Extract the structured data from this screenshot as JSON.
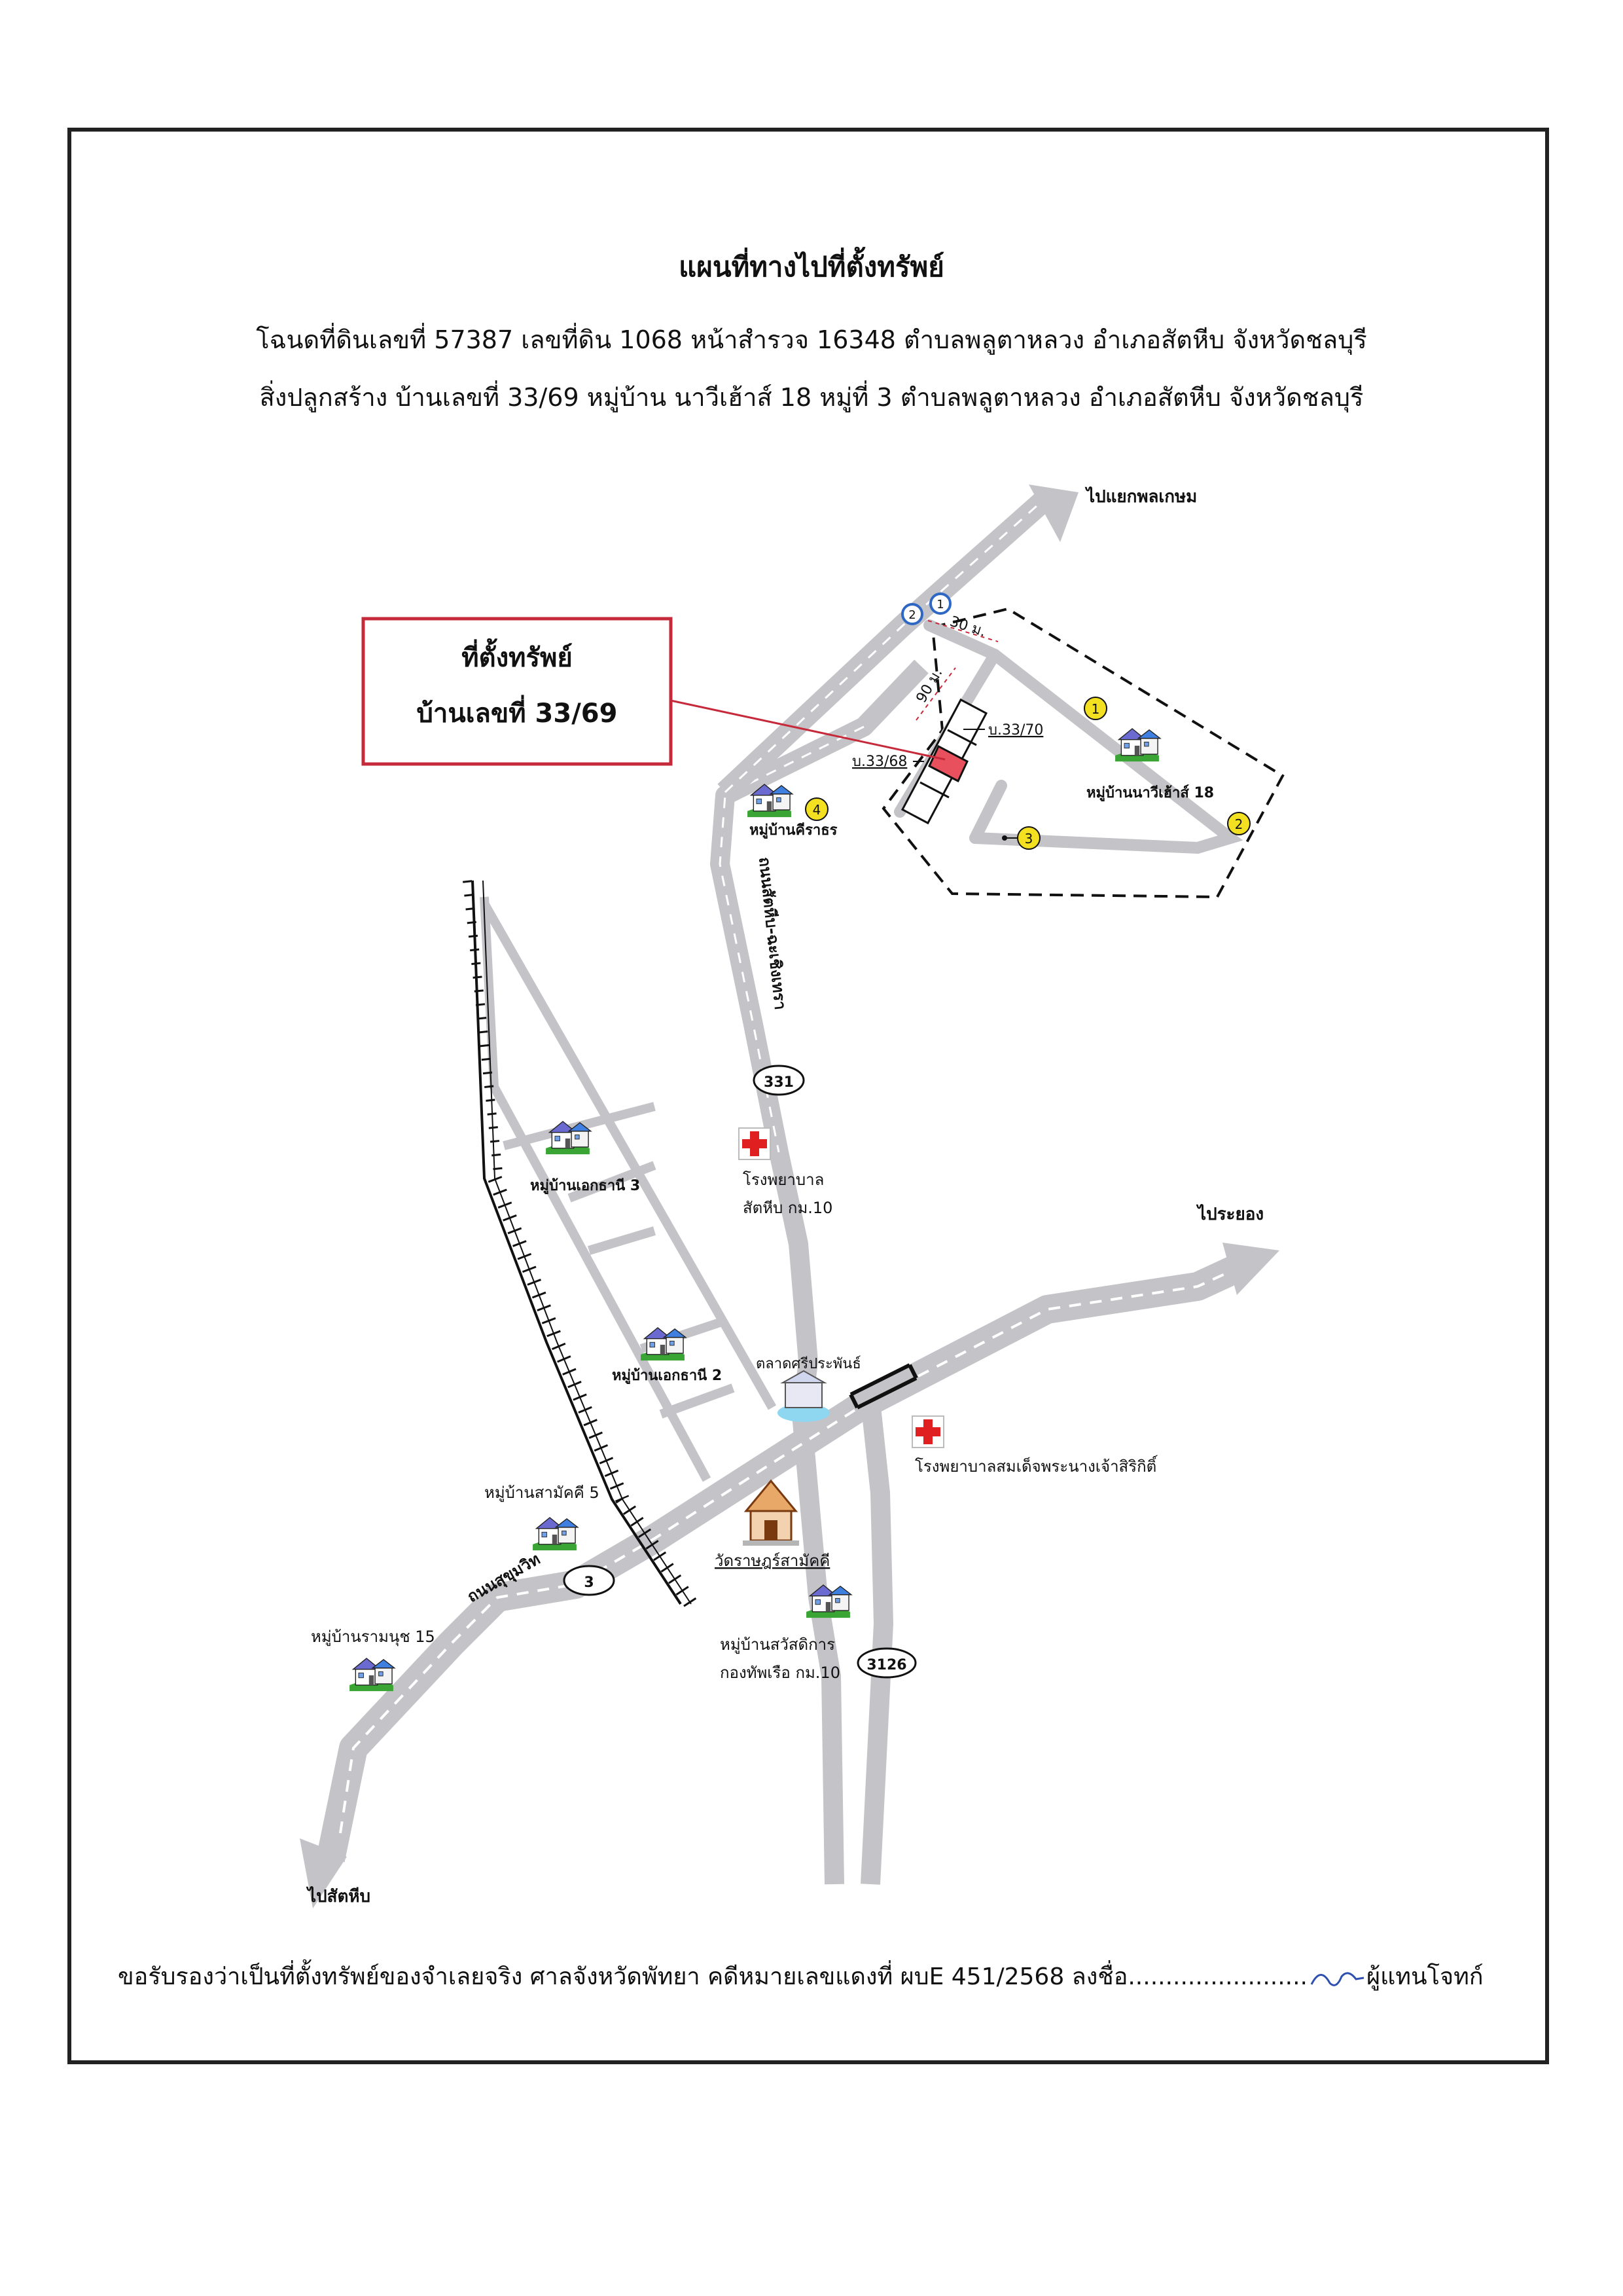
{
  "header": {
    "title": "แผนที่ทางไปที่ตั้งทรัพย์",
    "line1": "โฉนดที่ดินเลขที่ 57387  เลขที่ดิน 1068  หน้าสำรวจ 16348  ตำบลพลูตาหลวง  อำเภอสัตหีบ  จังหวัดชลบุรี",
    "line2": "สิ่งปลูกสร้าง  บ้านเลขที่ 33/69  หมู่บ้าน นาวีเฮ้าส์ 18  หมู่ที่ 3  ตำบลพลูตาหลวง  อำเภอสัตหีบ  จังหวัดชลบุรี"
  },
  "callout": {
    "title": "ที่ตั้งทรัพย์",
    "house": "บ้านเลขที่ 33/69"
  },
  "map": {
    "dir_north": "ไปแยกพลเกษม",
    "dir_east": "ไประยอง",
    "dir_southwest": "ไปสัตหีบ",
    "dist_1": "30 ม.",
    "dist_2": "90 ม.",
    "plot_3370": "บ.33/70",
    "plot_3368": "บ.33/68",
    "navy_house": "หมู่บ้านนาวีเฮ้าส์ 18",
    "baan_khararat": "หมู่บ้านคีราธร",
    "road_331_name": "ถนนสัตหีบ-ฉะเชิงเทรา",
    "route_331": "331",
    "route_3": "3",
    "route_3126": "3126",
    "road_sukhumvit": "ถนนสุขุมวิท",
    "ekthani3": "หมู่บ้านเอกธานี 3",
    "ekthani2": "หมู่บ้านเอกธานี 2",
    "hospital1": "โรงพยาบาล",
    "hospital1_b": "สัตหีบ กม.10",
    "market": "ตลาดศรีประพันธ์",
    "hospital2": "โรงพยาบาลสมเด็จพระนางเจ้าสิริกิติ์",
    "samakkhi5": "หมู่บ้านสามัคคี 5",
    "wat": "วัดราษฎร์สามัคคี",
    "raman15": "หมู่บ้านรามนุช 15",
    "sawatdikan": "หมู่บ้านสวัสดิการ",
    "sawatdikan_b": "กองทัพเรือ กม.10",
    "markers": [
      "1",
      "2",
      "3",
      "4"
    ]
  },
  "footer": {
    "text_before": "ขอรับรองว่าเป็นที่ตั้งทรัพย์ของจำเลยจริง ศาลจังหวัดพัทยา คดีหมายเลขแดงที่ ผบE 451/2568 ลงชื่อ........................",
    "text_after": "ผู้แทนโจทก์"
  },
  "colors": {
    "road": "#c4c4c8",
    "road_dash": "#ffffff",
    "callout_border": "#c62a3a",
    "plot_fill": "#e8505e",
    "marker_yellow": "#f3e021",
    "marker_blue": "#2f67c4",
    "hospital_red": "#e02020"
  }
}
